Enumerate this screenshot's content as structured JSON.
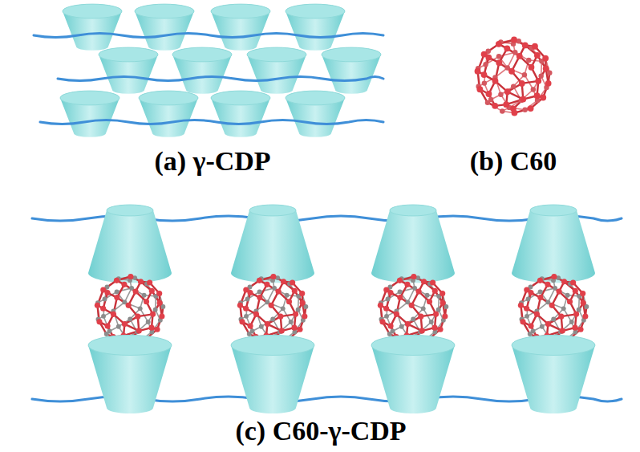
{
  "diagram": {
    "labels": [
      "(a) γ-CDP",
      "(b) C60",
      "(c) C60-γ-CDP"
    ]
  }
}
